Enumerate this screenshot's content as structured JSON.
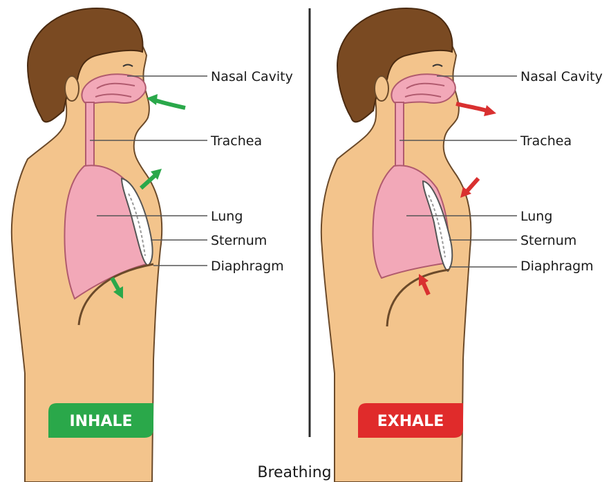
{
  "panels": [
    {
      "id": "inhale",
      "badge_label": "INHALE",
      "badge_color": "#2aa84a",
      "arrow_color": "#2aa84a",
      "labels": [
        "Nasal Cavity",
        "Trachea",
        "Lung",
        "Sternum",
        "Diaphragm"
      ]
    },
    {
      "id": "exhale",
      "badge_label": "EXHALE",
      "badge_color": "#e02b2b",
      "arrow_color": "#d93030",
      "labels": [
        "Nasal Cavity",
        "Trachea",
        "Lung",
        "Sternum",
        "Diaphragm"
      ]
    }
  ],
  "caption": "Breathing",
  "colors": {
    "skin": "#f3c48c",
    "skin_outline": "#6b4a2a",
    "hair": "#7a4a22",
    "lung": "#f2a8b8",
    "lung_outline": "#b05a6e",
    "divider": "#2b2b2b"
  }
}
